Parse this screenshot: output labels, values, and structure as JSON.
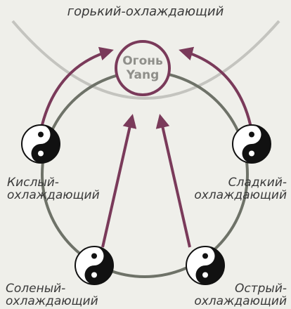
{
  "title": "горький-охлаждающий",
  "center": {
    "line1": "Огонь",
    "line2": "Yang"
  },
  "nodes": {
    "left": {
      "line1": "Кислый-",
      "line2": "охлаждающий"
    },
    "right": {
      "line1": "Сладкий-",
      "line2": "охлаждающий"
    },
    "bottom_left": {
      "line1": "Соленый-",
      "line2": "охлаждающий"
    },
    "bottom_right": {
      "line1": "Острый-",
      "line2": "охлаждающий"
    }
  },
  "colors": {
    "background": "#efefea",
    "arrow": "#7a3a5a",
    "ring": "#6e7268",
    "arc": "#c4c4bf",
    "yin": "#111111",
    "yang": "#ffffff"
  },
  "icons": [
    "yin-yang-icon",
    "arrow-icon"
  ]
}
